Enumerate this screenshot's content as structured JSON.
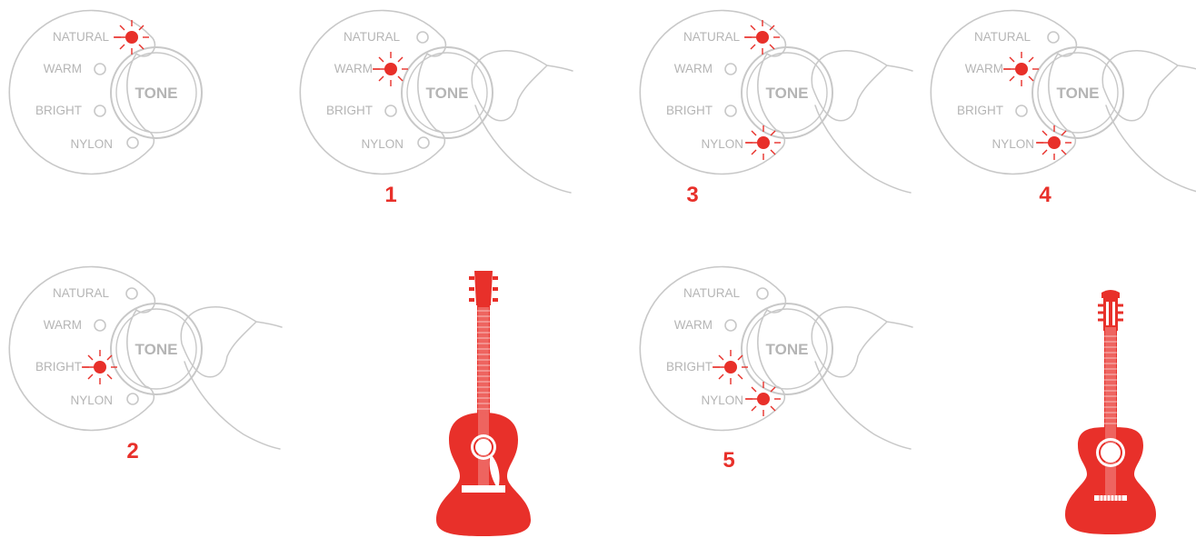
{
  "colors": {
    "outline": "#c8c8c8",
    "label": "#b5b5b5",
    "accent": "#e8302a",
    "step": "#e8302a"
  },
  "panel": {
    "labels": {
      "natural": "NATURAL",
      "warm": "WARM",
      "bright": "BRIGHT",
      "nylon": "NYLON"
    },
    "button_label": "TONE"
  },
  "panels": [
    {
      "id": "initial",
      "step": "",
      "lit": [
        "natural"
      ],
      "finger": false
    },
    {
      "id": "step-1",
      "step": "1",
      "lit": [
        "warm"
      ],
      "finger": true
    },
    {
      "id": "step-3",
      "step": "3",
      "lit": [
        "natural",
        "nylon"
      ],
      "finger": true
    },
    {
      "id": "step-4",
      "step": "4",
      "lit": [
        "warm",
        "nylon"
      ],
      "finger": true
    },
    {
      "id": "step-2",
      "step": "2",
      "lit": [
        "bright"
      ],
      "finger": true
    },
    {
      "id": "step-5",
      "step": "5",
      "lit": [
        "bright",
        "nylon"
      ],
      "finger": true
    }
  ],
  "guitars": [
    {
      "id": "acoustic",
      "icon": "acoustic-guitar-icon"
    },
    {
      "id": "classical",
      "icon": "classical-guitar-icon"
    }
  ]
}
